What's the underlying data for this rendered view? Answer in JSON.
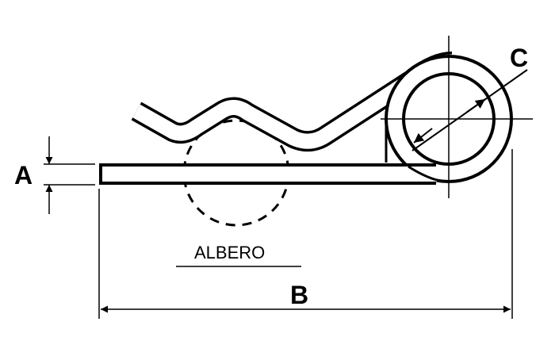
{
  "labels": {
    "a": "A",
    "b": "B",
    "c": "C",
    "shaft": "ALBERO"
  },
  "colors": {
    "ink": "#000000",
    "paper": "#ffffff"
  }
}
